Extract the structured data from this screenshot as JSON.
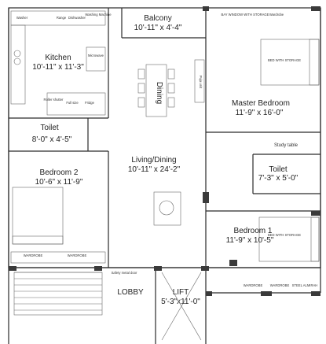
{
  "rooms": {
    "balcony": {
      "name": "Balcony",
      "size": "10'-11\" x 4'-4\""
    },
    "kitchen": {
      "name": "Kitchen",
      "size": "10'-11\" x 11'-3\""
    },
    "dining": {
      "name": "Dining"
    },
    "master_bedroom": {
      "name": "Master Bedroom",
      "size": "11'-9\" x 16'-0\""
    },
    "toilet_left": {
      "name": "Toilet",
      "size": "8'-0\" x 4'-5\""
    },
    "living_dining": {
      "name": "Living/Dining",
      "size": "10'-11\" x 24'-2\""
    },
    "bedroom2": {
      "name": "Bedroom 2",
      "size": "10'-6\" x 11'-9\""
    },
    "study": {
      "name": "Study table"
    },
    "toilet_right": {
      "name": "Toilet",
      "size": "7'-3\" x 5'-0\""
    },
    "bedroom1": {
      "name": "Bedroom 1",
      "size": "11'-9\" x 10'-5\""
    },
    "lobby": {
      "name": "LOBBY"
    },
    "lift": {
      "name": "LIFT",
      "size": "5'-3\"x11'-0\""
    }
  },
  "fixtures": {
    "washer": "Washer",
    "dishwasher": "Dishwasher",
    "washing_machine": "Washing Machine",
    "range": "Range",
    "bay_window_storage": "BAY WINDOW WITH STORAGE",
    "wardrobe": "Wardrobe",
    "bed_master": "BED WITH STORAGE",
    "bed_1": "BED WITH STORAGE",
    "pujo_unit": "Puja unit",
    "wardrobe_b2a": "WARDROBE",
    "wardrobe_b2b": "WARDROBE",
    "wardrobe_b1a": "WARDROBE",
    "wardrobe_b1b": "WARDROBE",
    "steel_almirah": "STEEL ALMIRAH",
    "safety_door": "Safety metal door",
    "fridge": "Fridge",
    "full_size": "Full size",
    "roller_shutter": "Roller shutter",
    "microwave": "Microwave"
  }
}
